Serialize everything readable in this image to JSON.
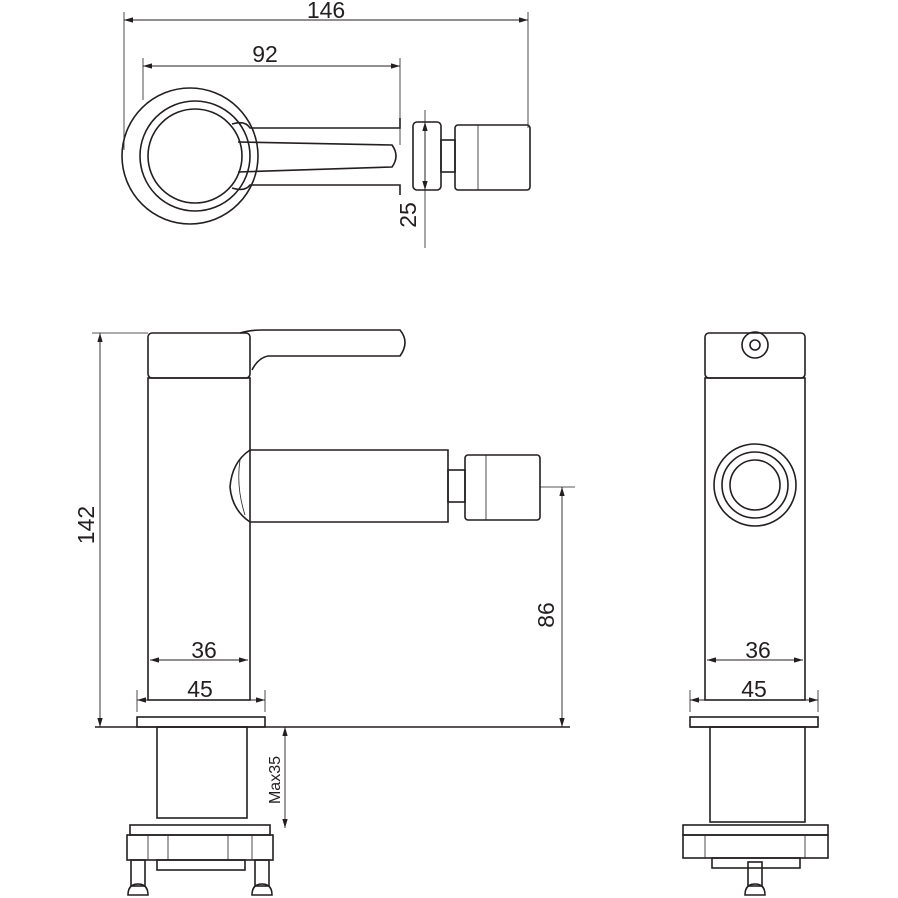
{
  "drawing": {
    "top_view": {
      "overall_length": "146",
      "spout_length": "92",
      "spout_height": "25"
    },
    "front_view": {
      "overall_height": "142",
      "spout_outlet_height": "86",
      "body_diameter": "36",
      "base_diameter": "45",
      "max_deck_thickness": "Max35"
    },
    "side_view": {
      "body_diameter": "36",
      "base_diameter": "45"
    },
    "line_color": "#231f20"
  }
}
